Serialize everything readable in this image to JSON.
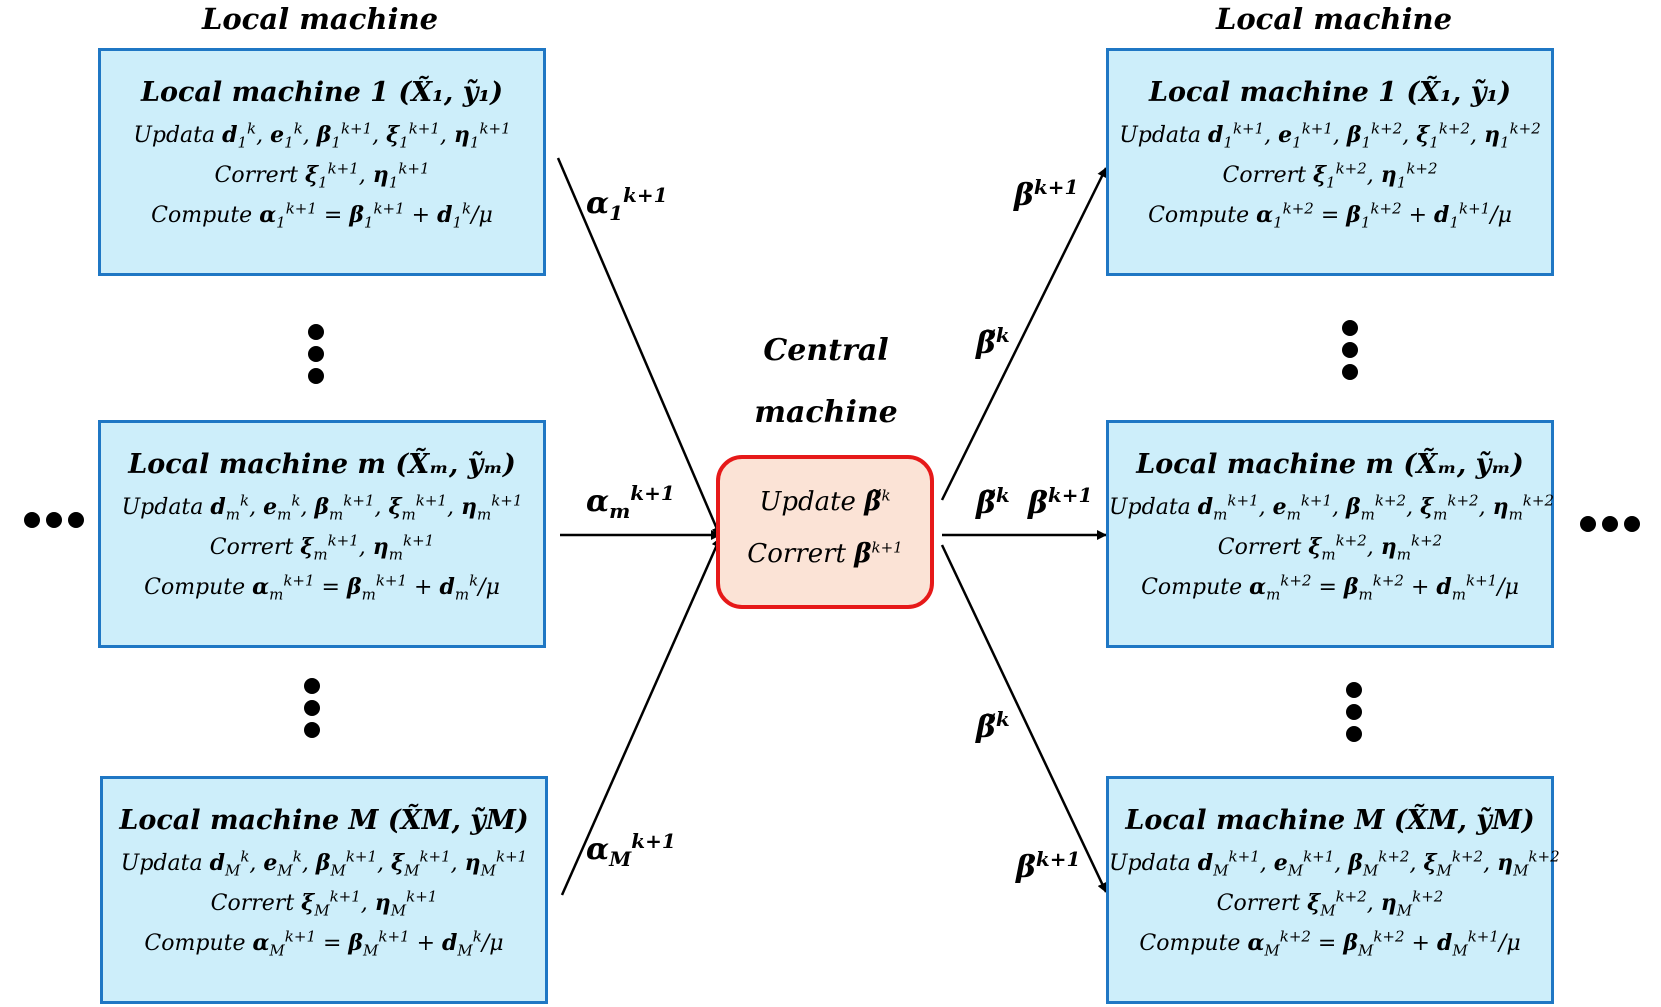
{
  "headings": {
    "left_column": "Local machine",
    "right_column": "Local machine",
    "central_line1": "Central",
    "central_line2": "machine"
  },
  "left_boxes": [
    {
      "title": "Local machine 1",
      "pair": "(X̃₁, ỹ₁)",
      "update_word": "Updata",
      "correct_word": "Corrert",
      "compute_word": "Compute"
    },
    {
      "title": "Local machine m",
      "pair": "(X̃ₘ, ỹₘ)",
      "update_word": "Updata",
      "correct_word": "Corrert",
      "compute_word": "Compute"
    },
    {
      "title": "Local machine M",
      "pair": "(X̃M, ỹM)",
      "update_word": "Updata",
      "correct_word": "Corrert",
      "compute_word": "Compute"
    }
  ],
  "right_boxes": [
    {
      "title": "Local machine 1",
      "pair": "(X̃₁, ỹ₁)",
      "update_word": "Updata",
      "correct_word": "Corrert",
      "compute_word": "Compute"
    },
    {
      "title": "Local machine m",
      "pair": "(X̃ₘ, ỹₘ)",
      "update_word": "Updata",
      "correct_word": "Corrert",
      "compute_word": "Compute"
    },
    {
      "title": "Local machine M",
      "pair": "(X̃M, ỹM)",
      "update_word": "Updata",
      "correct_word": "Corrert",
      "compute_word": "Compute"
    }
  ],
  "central": {
    "update_word": "Update",
    "correct_word": "Corrert"
  },
  "colors": {
    "box_fill": "#cdeefa",
    "box_border": "#1f77c4",
    "central_fill": "#fbe3d6",
    "central_border": "#e61919",
    "arrow": "#000000"
  }
}
